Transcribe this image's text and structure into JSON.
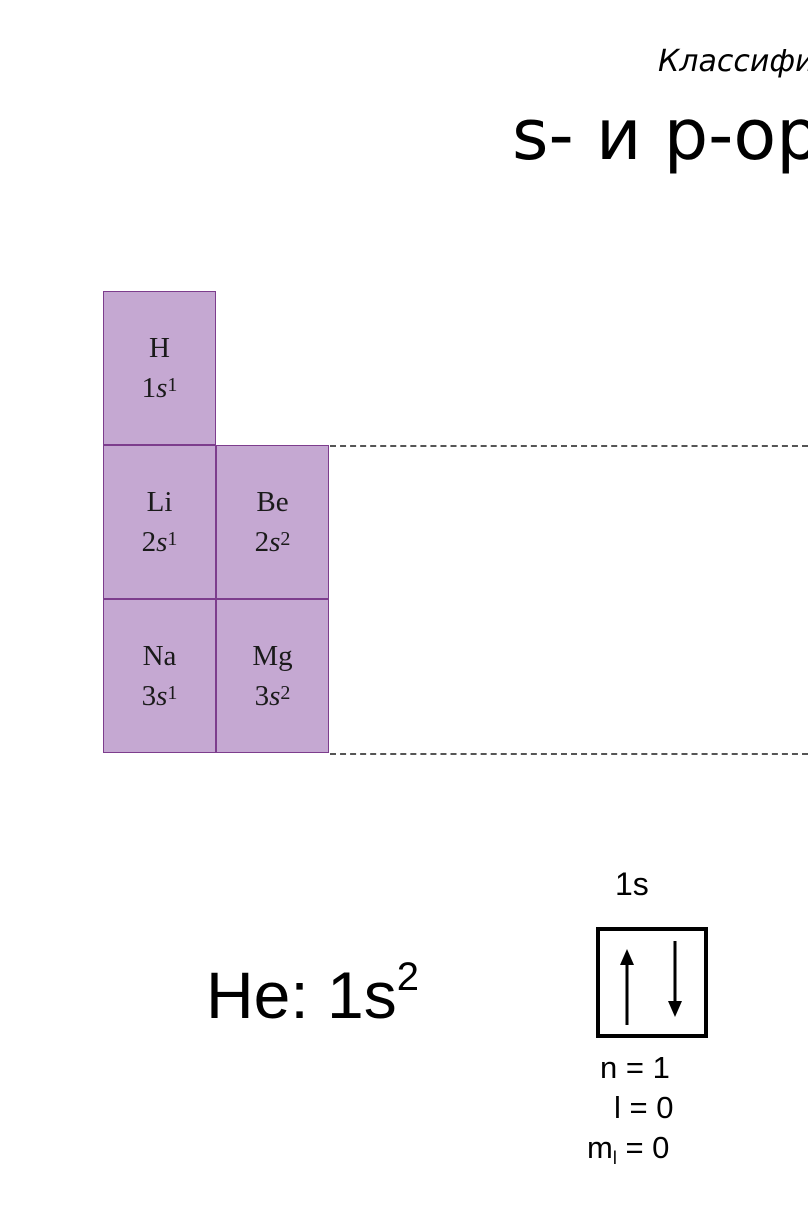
{
  "header": {
    "subtitle": "Классифи",
    "title": "s- и p-ор"
  },
  "elements": [
    {
      "symbol": "H",
      "n": "1",
      "orbital": "s",
      "electrons": "1"
    },
    {
      "symbol": "Li",
      "n": "2",
      "orbital": "s",
      "electrons": "1"
    },
    {
      "symbol": "Be",
      "n": "2",
      "orbital": "s",
      "electrons": "2"
    },
    {
      "symbol": "Na",
      "n": "3",
      "orbital": "s",
      "electrons": "1"
    },
    {
      "symbol": "Mg",
      "n": "3",
      "orbital": "s",
      "electrons": "2"
    }
  ],
  "helium": {
    "prefix": "He: 1s",
    "superscript": "2"
  },
  "orbital_diagram": {
    "label": "1s",
    "spins": [
      "up-arrow-icon",
      "down-arrow-icon"
    ]
  },
  "quantum_numbers": {
    "n": "n = 1",
    "l": "l = 0",
    "ml_m": "m",
    "ml_sub": "l",
    "ml_rest": " = 0"
  },
  "colors": {
    "cell_fill": "#c5a8d2",
    "cell_border": "#7d3d8d"
  }
}
